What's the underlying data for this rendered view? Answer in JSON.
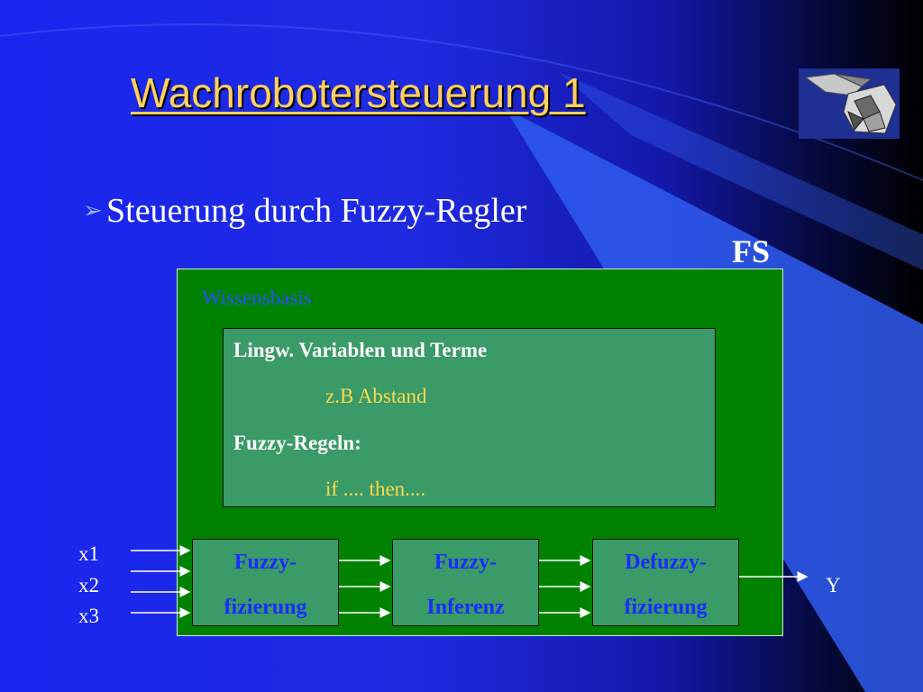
{
  "title": "Wachrobotersteuerung 1",
  "logo_icon": "robot-logo",
  "bullet": {
    "icon": "arrow-bullet-icon",
    "text": "Steuerung durch Fuzzy-Regler"
  },
  "fs_label": "FS",
  "knowledge_base": {
    "label": "Wissensbasis",
    "line1": "Lingw. Variablen und Terme",
    "line2": "z.B  Abstand",
    "line3": "Fuzzy-Regeln:",
    "line4": "if .... then...."
  },
  "blocks": [
    {
      "line1": "Fuzzy-",
      "line2": "fizierung"
    },
    {
      "line1": "Fuzzy-",
      "line2": "Inferenz"
    },
    {
      "line1": "Defuzzy-",
      "line2": "fizierung"
    }
  ],
  "inputs": [
    "x1",
    "x2",
    "x3"
  ],
  "output": "Y",
  "colors": {
    "title": "#ffd060",
    "system_box": "#008200",
    "inner_box": "#3a9a68",
    "block_text": "#1a2cff",
    "highlight_text": "#ffd94a"
  }
}
